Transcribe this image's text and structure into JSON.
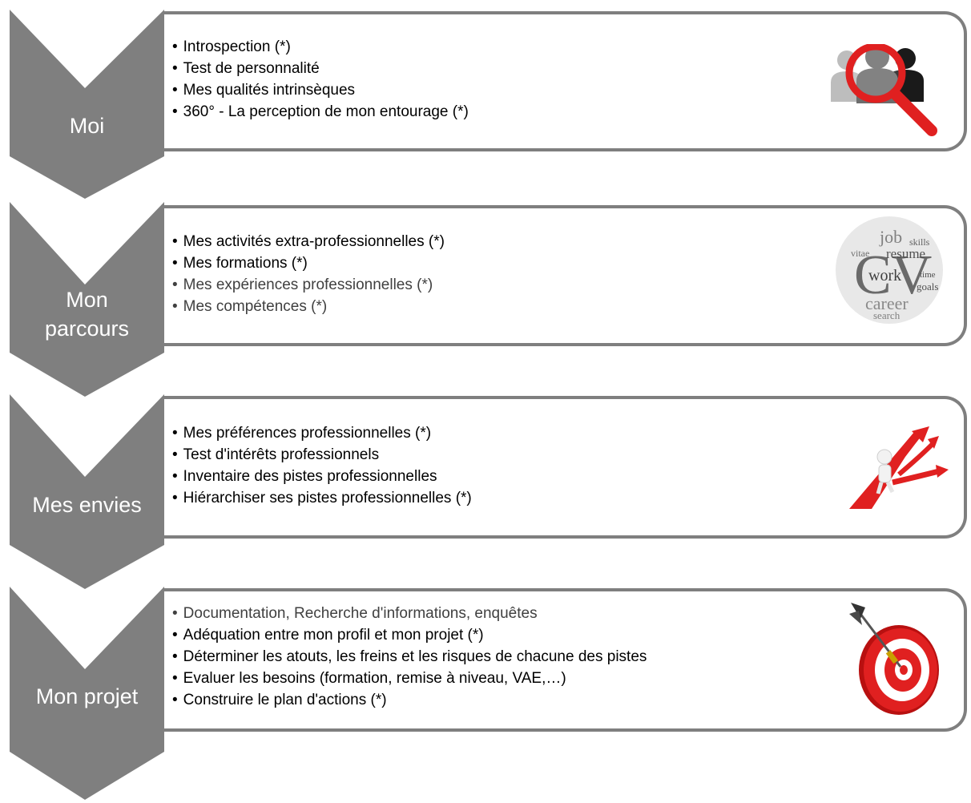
{
  "stages": [
    {
      "label": "Moi",
      "items": [
        "Introspection (*)",
        "Test de personnalité",
        "Mes qualités intrinsèques",
        "360° - La perception de mon entourage (*)"
      ],
      "icon": "people-magnifier-icon"
    },
    {
      "label_lines": [
        "Mon",
        "parcours"
      ],
      "items": [
        "Mes activités extra-professionnelles (*)",
        "Mes formations (*)",
        "Mes expériences  professionnelles  (*)",
        "Mes compétences (*)"
      ],
      "icon": "cv-word-cloud-icon",
      "icon_words": {
        "cv": "CV",
        "job": "job",
        "resume": "resume",
        "work": "work",
        "career": "career",
        "time": "time",
        "goals": "goals",
        "search": "search",
        "vitae": "vitae",
        "skills": "skills"
      }
    },
    {
      "label": "Mes envies",
      "items": [
        "Mes préférences professionnelles (*)",
        "Test d'intérêts professionnels",
        "Inventaire des pistes professionnelles",
        "Hiérarchiser ses pistes professionnelles (*)"
      ],
      "icon": "crossroads-arrows-icon"
    },
    {
      "label": "Mon projet",
      "items": [
        "Documentation, Recherche d'informations, enquêtes",
        "Adéquation entre mon profil et mon projet (*)",
        "Déterminer les atouts, les freins et les risques de chacune des pistes",
        "Evaluer les besoins (formation, remise à niveau, VAE,…)",
        "Construire le plan d'actions (*)"
      ],
      "icon": "target-dart-icon"
    }
  ],
  "colors": {
    "chevron": "#7f7f7f",
    "border": "#7f7f7f",
    "text": "#000000",
    "label_text": "#ffffff",
    "accent_red": "#e02020"
  }
}
